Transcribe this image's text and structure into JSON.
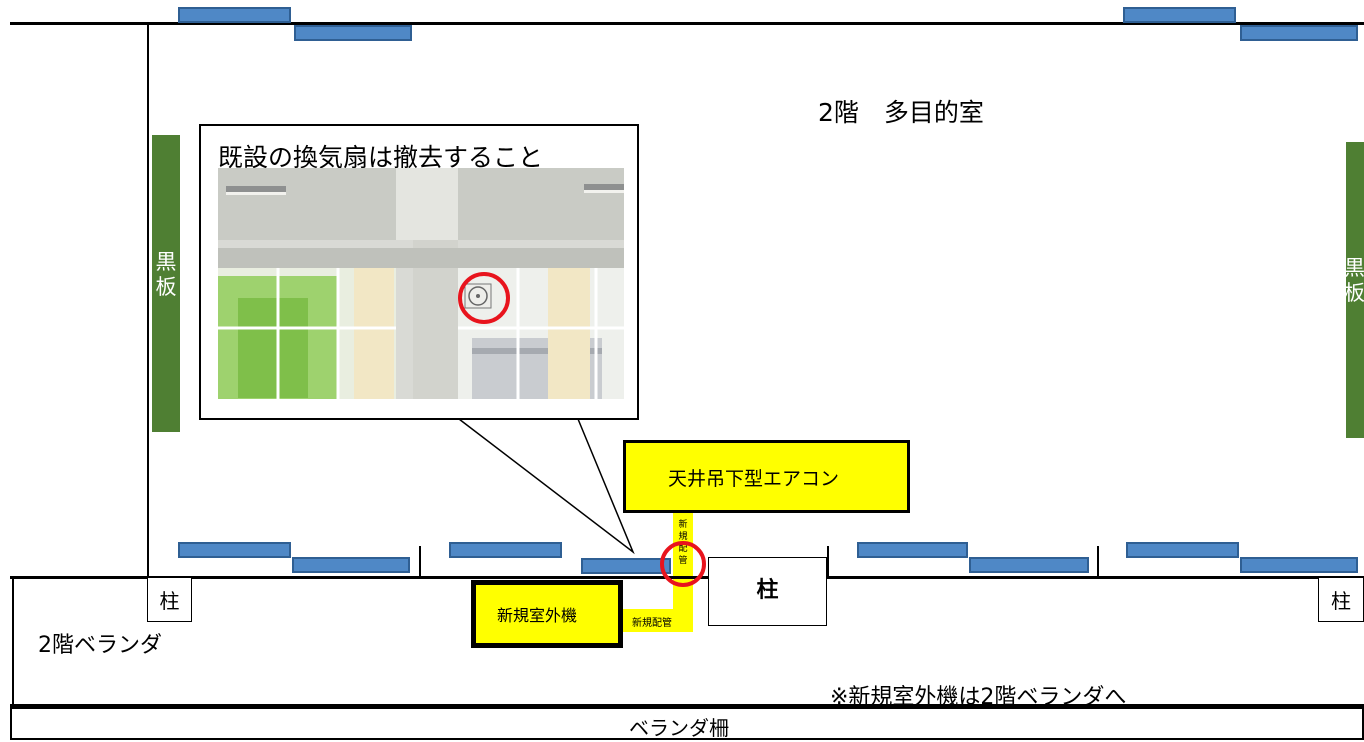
{
  "room_title": "2階　多目的室",
  "callout": {
    "text": "既設の換気扇は撤去すること",
    "photo_alt": "既設の換気扇（写真）"
  },
  "blackboard": {
    "left": [
      "黒",
      "板"
    ],
    "right": [
      "黒",
      "板"
    ]
  },
  "pillars": {
    "left": "柱",
    "center": "柱",
    "right": "柱"
  },
  "aircon_label": "天井吊下型エアコン",
  "outdoor_unit_label": "新規室外機",
  "new_pipe_vertical": [
    "新",
    "規",
    "配",
    "管"
  ],
  "new_pipe_horizontal": "新規配管",
  "veranda_label": "2階ベランダ",
  "note": "※新規室外機は2階ベランダへ",
  "railing_label": "ベランダ柵",
  "colors": {
    "window_blue": "#4f88c6",
    "blackboard_green": "#4f7f33",
    "highlight_yellow": "#ffff00",
    "marker_red": "#e8141d"
  }
}
